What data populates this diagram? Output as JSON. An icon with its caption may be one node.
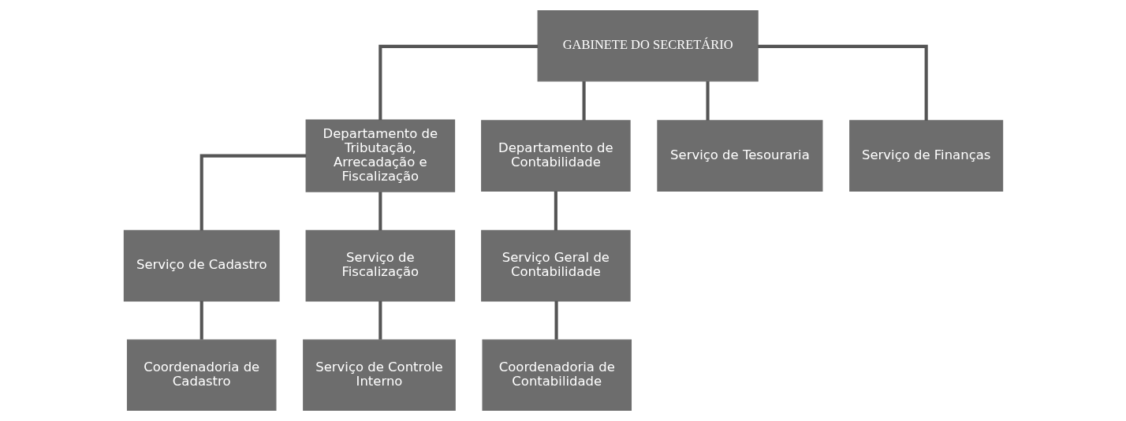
{
  "diagram": {
    "nodes": [
      {
        "text": [
          "GABINETE DO SECRETÁRIO"
        ]
      },
      {
        "text": [
          "Departamento de Tributação, Arrecadação e Fiscalização"
        ]
      },
      {
        "text": [
          "Departamento de Contabilidade"
        ]
      },
      {
        "text": [
          "Serviço de Tesouraria"
        ]
      },
      {
        "text": [
          "Serviço de Finanças"
        ]
      },
      {
        "text": [
          "Serviço de Cadastro"
        ]
      },
      {
        "text": [
          "Serviço de Fiscalização"
        ]
      },
      {
        "text": [
          "Serviço Geral de Contabilidade"
        ]
      },
      {
        "text": [
          "Coordenadoria de Cadastro"
        ]
      },
      {
        "text": [
          "Coordenadoria de Contabilidade"
        ]
      },
      {
        "text": [
          "Serviço de Controle Interno"
        ]
      }
    ],
    "edges": [
      {
        "from": 0,
        "to": 1,
        "arrow": "none"
      },
      {
        "from": 0,
        "to": 2,
        "arrow": "none"
      },
      {
        "from": 0,
        "to": 3,
        "arrow": "none"
      },
      {
        "from": 0,
        "to": 4,
        "arrow": "none"
      },
      {
        "from": 1,
        "to": 5,
        "arrow": "none"
      },
      {
        "from": 1,
        "to": 6,
        "arrow": "none"
      },
      {
        "from": 2,
        "to": 7,
        "arrow": "none"
      },
      {
        "from": 5,
        "to": 8,
        "arrow": "none"
      },
      {
        "from": 7,
        "to": 9,
        "arrow": "none"
      },
      {
        "from": 6,
        "to": 10,
        "arrow": "none"
      }
    ]
  }
}
